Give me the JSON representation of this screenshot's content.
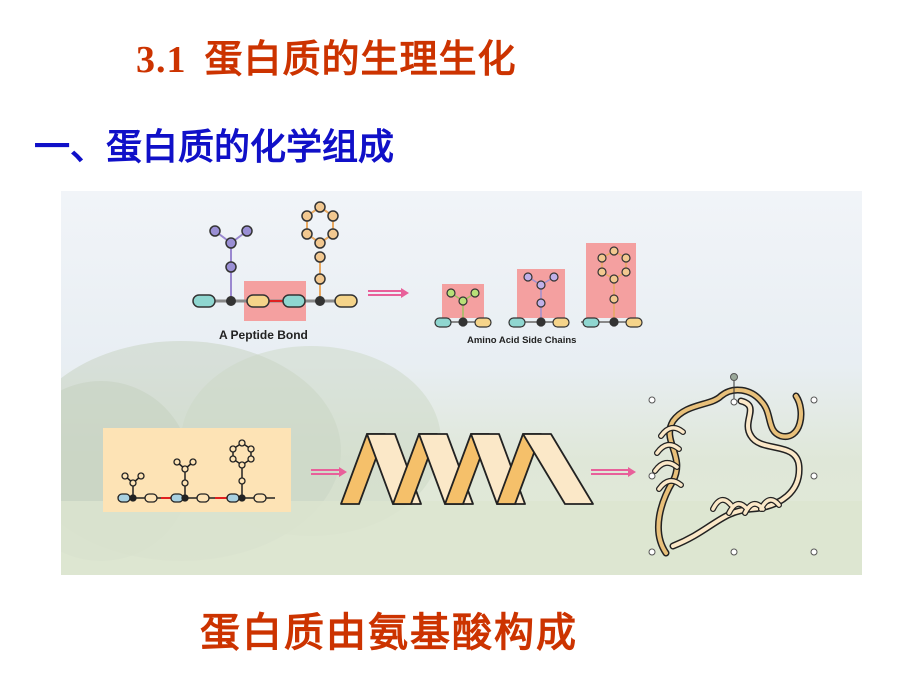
{
  "slide": {
    "title_number": "3.1",
    "title_text": "蛋白质的生理生化",
    "section_heading": "一、蛋白质的化学组成",
    "caption": "蛋白质由氨基酸构成"
  },
  "figure": {
    "peptide_bond_label": "A Peptide Bond",
    "side_chains_label": "Amino Acid Side Chains",
    "colors": {
      "title_red": "#cc3300",
      "heading_blue": "#1010c8",
      "highlight_pink": "#f4a0a0",
      "arrow_pink": "#e8609a",
      "ribbon_orange": "#f5c06a",
      "ribbon_cream": "#fbe8c8",
      "panel_peach": "#fde3b5"
    }
  }
}
